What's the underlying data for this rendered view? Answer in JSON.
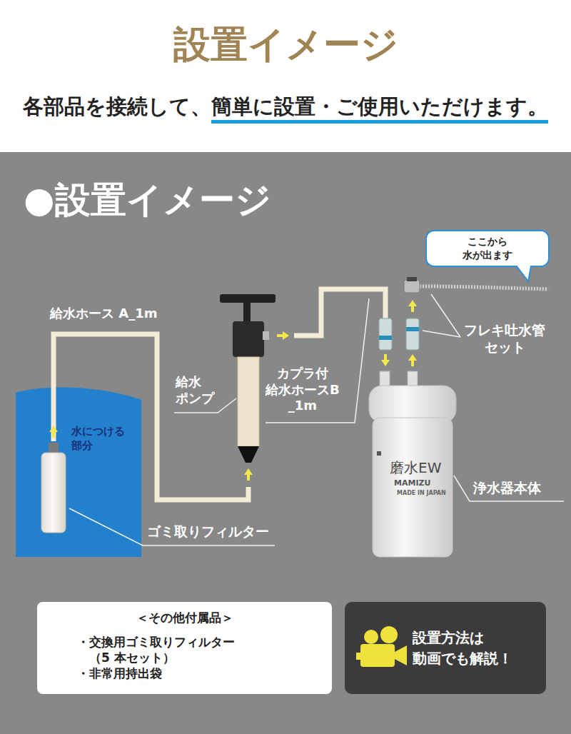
{
  "diagram": {
    "title": "設置イメージ",
    "nodes": [
      {
        "text": [
          "●設置イメージ"
        ]
      },
      {
        "text": [
          "ここから 水が出ます"
        ],
        "in": 0
      },
      {
        "text": [
          "水につける部分"
        ],
        "in": 0
      },
      {
        "text": [
          "＜その他付属品＞",
          "・交換用ゴミ取りフィルター （5 本セット）",
          "・非常用持出袋"
        ],
        "in": 0
      },
      {
        "text": [
          "設置方法は 動画でも解説！"
        ],
        "in": 0
      }
    ],
    "labels": [
      "各部品を接続して、簡単に設置・ご使用いただけます。",
      "給水ホース A_1m",
      "給水 ポンプ",
      "カプラ付 給水ホースB _1m",
      "フレキ吐水管 セット",
      "浄水器本体",
      "ゴミ取りフィルター",
      "磨水EW",
      "MAMIZU",
      "MADE IN JAPAN"
    ]
  }
}
